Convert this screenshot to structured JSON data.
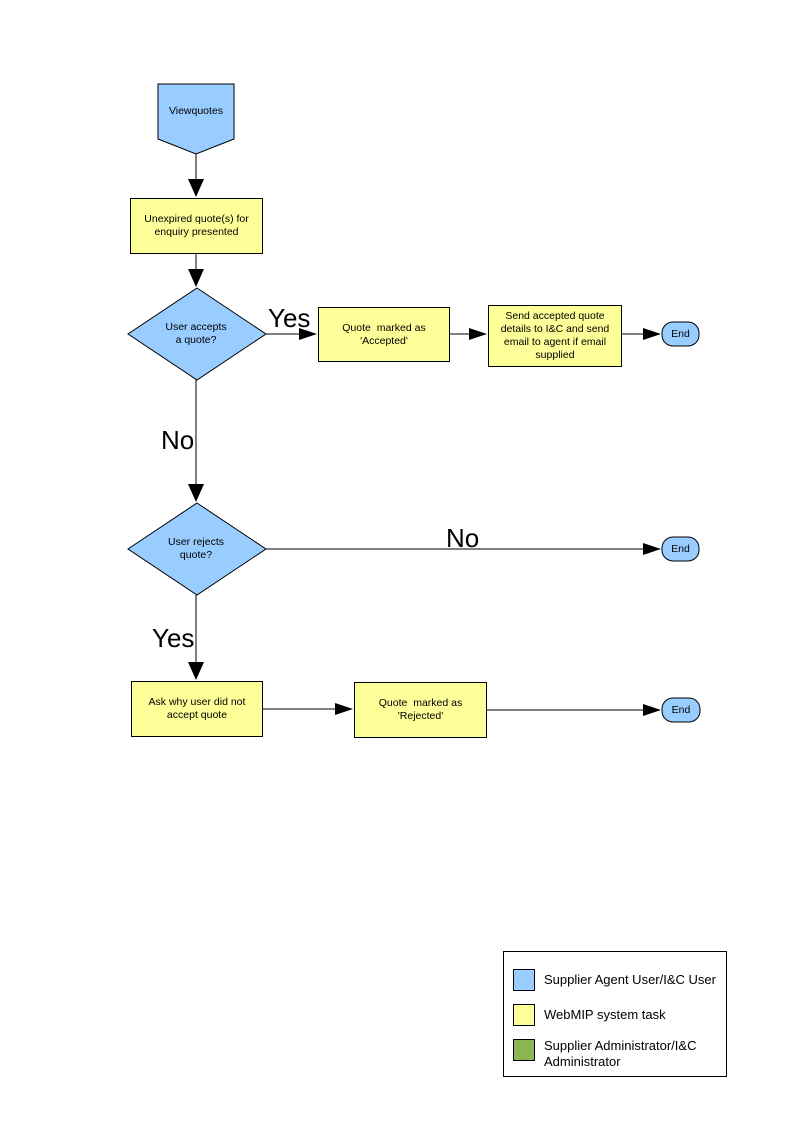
{
  "colors": {
    "actor_blue": "#99CCFF",
    "task_yellow": "#FFFF99",
    "admin_green": "#8CB450",
    "stroke": "#000000",
    "background": "#FFFFFF"
  },
  "nodes": {
    "viewquotes": "Viewquotes",
    "unexpired_quotes": "Unexpired quote(s) for\nenquiry presented",
    "user_accepts": "User accepts\na quote?",
    "quote_accepted": "Quote  marked as\n'Accepted'",
    "send_details": "Send accepted quote\ndetails to I&C and send\nemail to agent if email\nsupplied",
    "user_rejects": "User rejects\nquote?",
    "ask_why": "Ask why user did not\naccept quote",
    "quote_rejected": "Quote  marked as\n'Rejected'"
  },
  "edge_labels": {
    "accept_yes": "Yes",
    "accept_no": "No",
    "reject_no": "No",
    "reject_yes": "Yes"
  },
  "terminators": {
    "end_accept": "End",
    "end_reject_no": "End",
    "end_rejected": "End"
  },
  "legend": {
    "items": [
      {
        "label": "Supplier Agent User/I&C User",
        "color": "#99CCFF"
      },
      {
        "label": "WebMIP system task",
        "color": "#FFFF99"
      },
      {
        "label": "Supplier Administrator/I&C\nAdministrator",
        "color": "#8CB450"
      }
    ]
  }
}
